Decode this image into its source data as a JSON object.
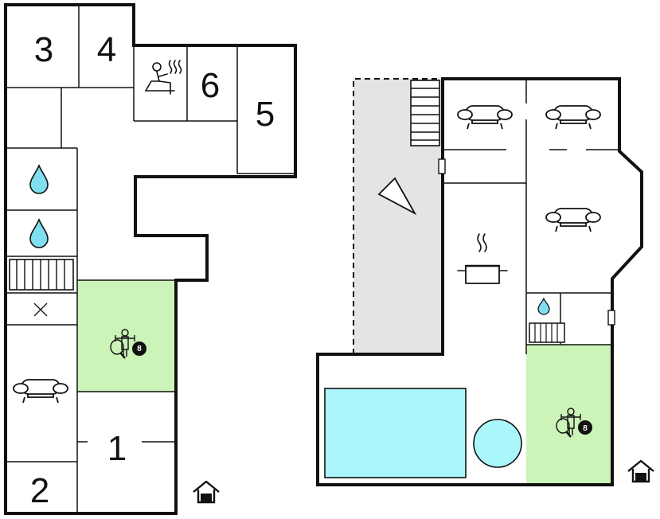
{
  "colors": {
    "wall": "#111111",
    "background": "#ffffff",
    "game_room": "#ccf3b8",
    "terrace": "#e4e4e4",
    "water": "#aaf7fb",
    "water_drop": "#7fdff0"
  },
  "rooms": {
    "room_3": "3",
    "room_4": "4",
    "room_6": "6",
    "room_5": "5",
    "room_1": "1",
    "room_2": "2"
  },
  "icons": {
    "sauna": "sauna-icon",
    "bath": "water-drop-icon",
    "stairs": "stairs-icon",
    "unknown": "x-mark-icon",
    "sofa": "sofa-icon",
    "games": "table-football-ping-pong-billiard-icon",
    "kitchen": "cooking-pot-icon",
    "entrance": "house-entrance-icon",
    "pool": "swimming-pool",
    "hot_tub": "hot-tub"
  },
  "billiard_ball_number": "8"
}
